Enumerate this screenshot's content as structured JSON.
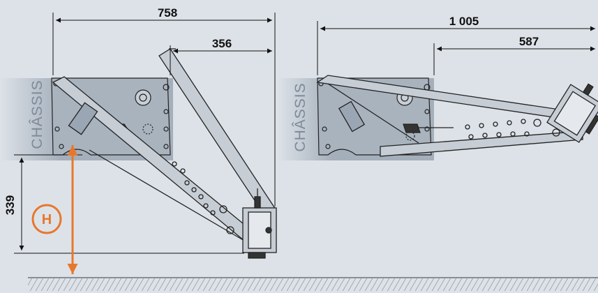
{
  "dimensions": {
    "stowed_total_width": "758",
    "stowed_arm_width": "356",
    "deployed_total_width": "1 005",
    "deployed_arm_width": "587",
    "height_clearance": "339"
  },
  "labels": {
    "chassis_left": "CHÂSSIS",
    "chassis_right": "CHÂSSIS",
    "height_marker": "H"
  },
  "colors": {
    "background": "#dde2e8",
    "chassis_plate": "#9aa6b3",
    "accent_orange": "#e8772c",
    "line": "#222222",
    "ground": "#8a8f95"
  }
}
